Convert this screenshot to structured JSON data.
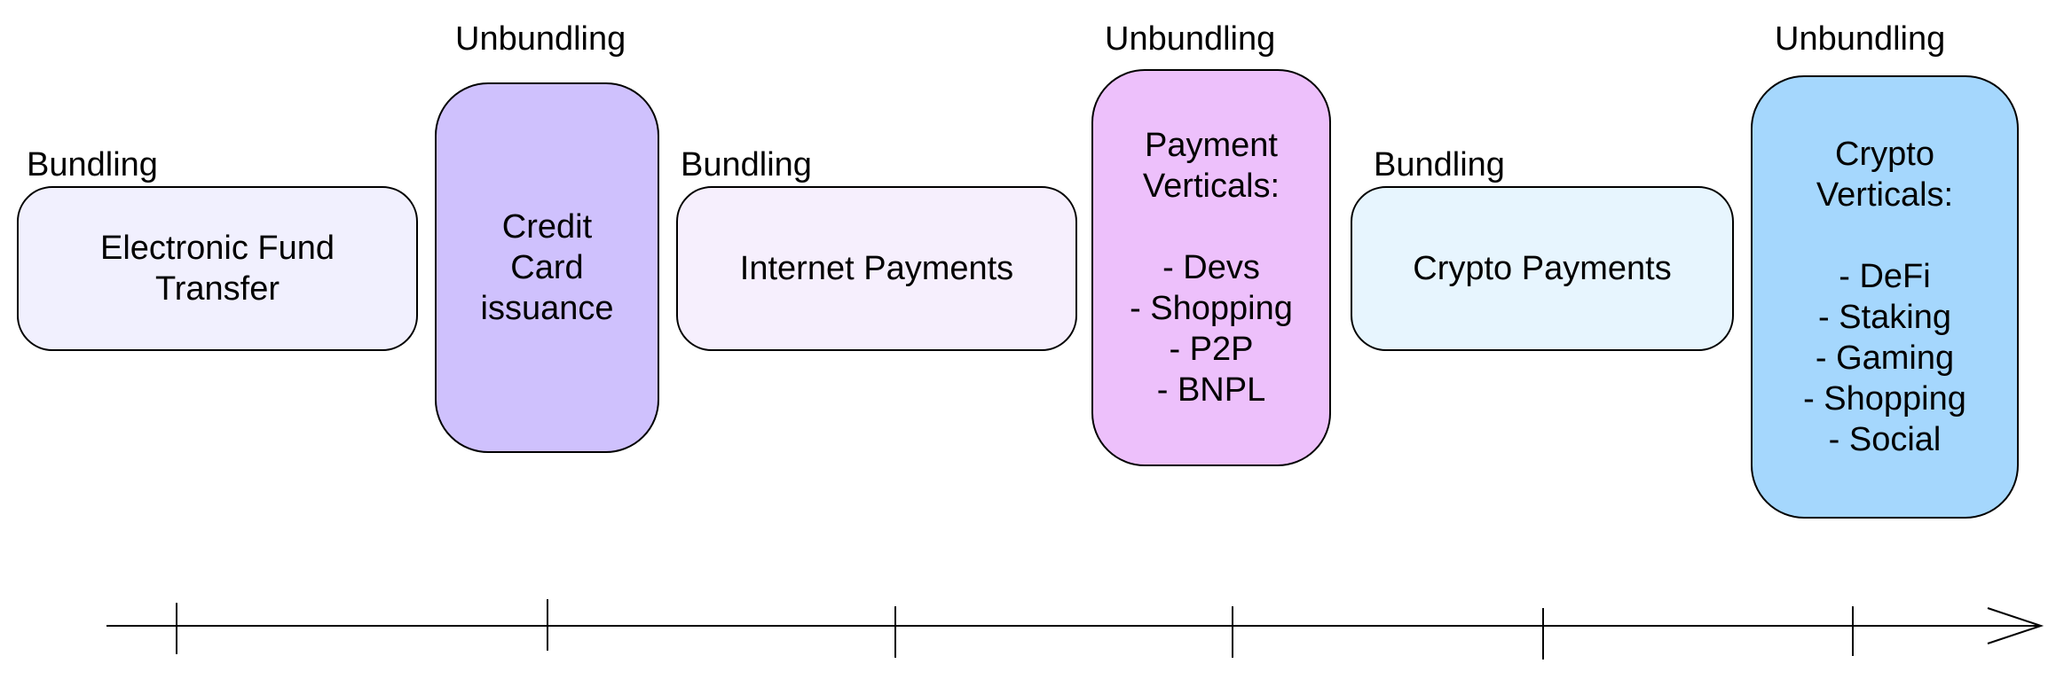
{
  "stages": [
    {
      "id": "eft",
      "phase": "Bundling",
      "text": "Electronic Fund\nTransfer",
      "fill": "#f1f0fe"
    },
    {
      "id": "credit-card",
      "phase": "Unbundling",
      "text": "Credit\nCard\nissuance",
      "fill": "#cfc1fd"
    },
    {
      "id": "internet-payments",
      "phase": "Bundling",
      "text": "Internet Payments",
      "fill": "#f6effd"
    },
    {
      "id": "payment-verticals",
      "phase": "Unbundling",
      "text": "Payment\nVerticals:\n\n- Devs\n- Shopping\n- P2P\n- BNPL",
      "fill": "#edc0fb"
    },
    {
      "id": "crypto-payments",
      "phase": "Bundling",
      "text": "Crypto Payments",
      "fill": "#e7f5fe"
    },
    {
      "id": "crypto-verticals",
      "phase": "Unbundling",
      "text": "Crypto\nVerticals:\n\n- DeFi\n- Staking\n- Gaming\n- Shopping\n- Social",
      "fill": "#a5d7fd"
    }
  ],
  "timeline": {
    "tick_count": 6,
    "has_arrowhead": true
  }
}
